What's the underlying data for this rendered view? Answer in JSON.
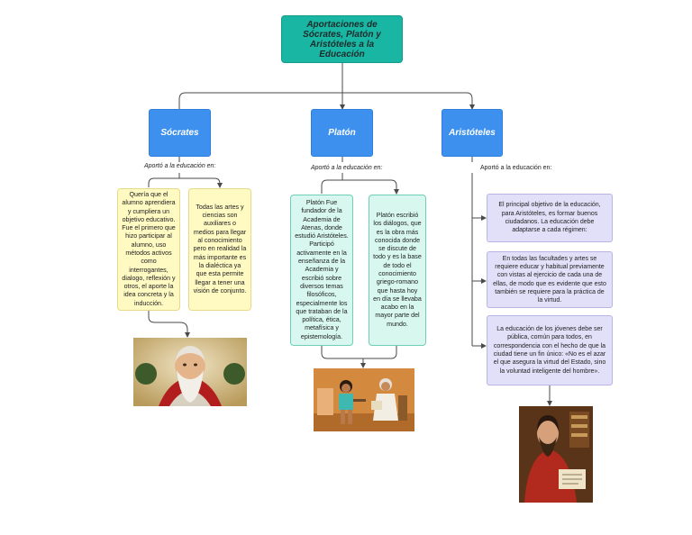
{
  "root": {
    "title": "Aportaciones de Sócrates, Platón y Aristóteles a la Educación"
  },
  "branches": [
    {
      "title": "Sócrates",
      "connector": "Aportó a la educación en:",
      "items": [
        "Quería que el alumno aprendiera y cumpliera un objetivo educativo. Fue el primero que hizo participar al alumno, uso métodos activos como interrogantes, dialogo, reflexión y otros, el aporte la idea concreta y la inducción.",
        "Todas las artes y ciencias son auxiliares o medios para llegar al conocimiento pero en realidad la más importante es la dialéctica ya que esta permite llegar a tener una visión de conjunto."
      ]
    },
    {
      "title": "Platón",
      "connector": "Aportó a la educación en:",
      "items": [
        "Platón Fue fundador de la Academia de Atenas, donde estudió Aristóteles. Participó activamente en la enseñanza de la Academia y escribió sobre diversos temas filosóficos, especialmente los que trataban de la política, ética, metafísica y epistemología.",
        "Platón escribió los diálogos, que es la obra más conocida donde se discute de todo y es la base de todo el conocimiento griego-romano que hasta hoy en día se llevaba acabo en la mayor parte del mundo."
      ]
    },
    {
      "title": "Aristóteles",
      "connector": "Aportó a la educación en:",
      "items": [
        "El principal objetivo de la educación, para Aristóteles, es formar buenos ciudadanos. La educación debe adaptarse a cada régimen:",
        "En todas las facultades y artes se requiere educar y habitual previamente con vistas al ejercicio de cada una de ellas, de modo que es evidente que esto también se requiere para la práctica de la virtud.",
        "La educación de los jóvenes debe ser pública, común para todos, en correspondencia con el hecho de que la ciudad tiene un fin único: «No es el azar el que asegura la virtud del Estado, sino la voluntad inteligente del hombre»."
      ]
    }
  ],
  "colors": {
    "root": "#19b6a3",
    "heading": "#3e90ef",
    "socrates_box": "#fff9c2",
    "platon_box": "#d7f7ef",
    "aristoteles_box": "#e1e0f8",
    "line": "#4a4a4a"
  }
}
